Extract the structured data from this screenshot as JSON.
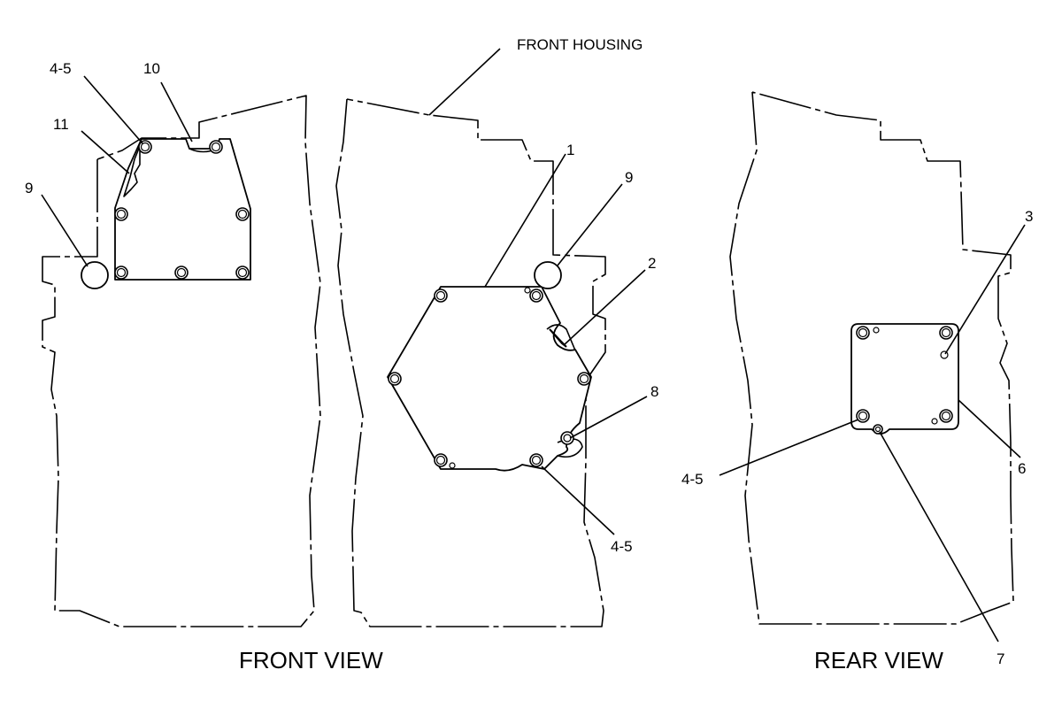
{
  "labels": {
    "front_housing": "FRONT HOUSING",
    "callout_1": "1",
    "callout_2": "2",
    "callout_3": "3",
    "callout_4_5_left": "4-5",
    "callout_4_5_center": "4-5",
    "callout_4_5_right": "4-5",
    "callout_6": "6",
    "callout_7": "7",
    "callout_8": "8",
    "callout_9_left": "9",
    "callout_9_center": "9",
    "callout_10": "10",
    "callout_11": "11"
  },
  "views": {
    "front": "FRONT VIEW",
    "rear": "REAR VIEW"
  }
}
